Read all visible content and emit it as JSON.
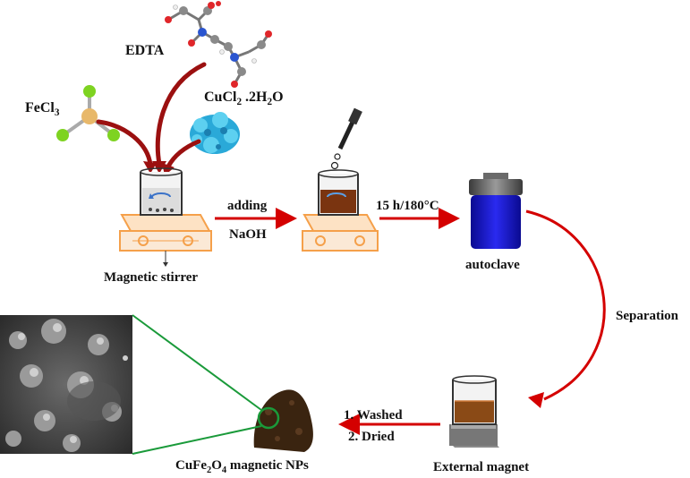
{
  "labels": {
    "edta": "EDTA",
    "fecl3": "FeCl3",
    "cucl2": "CuCl2 .2H2O",
    "adding": "adding",
    "naoh": "NaOH",
    "condition": "15 h/180°C",
    "stirrer": "Magnetic stirrer",
    "autoclave": "autoclave",
    "separation": "Separation",
    "washed": "1. Washed",
    "dried": "2. Dried",
    "external_magnet": "External magnet",
    "product": "CuFe2O4 magnetic NPs"
  },
  "colors": {
    "arrow_red": "#d40000",
    "curved_arrow_dark_red": "#9b1010",
    "hotplate_orange": "#f5a04a",
    "solution_brown": "#7a3410",
    "autoclave_blue": "#1a1ad0",
    "cu_salt_cyan": "#2aa9d8",
    "cl_green": "#7ed321",
    "zoom_line_green": "#1a9a3a"
  }
}
